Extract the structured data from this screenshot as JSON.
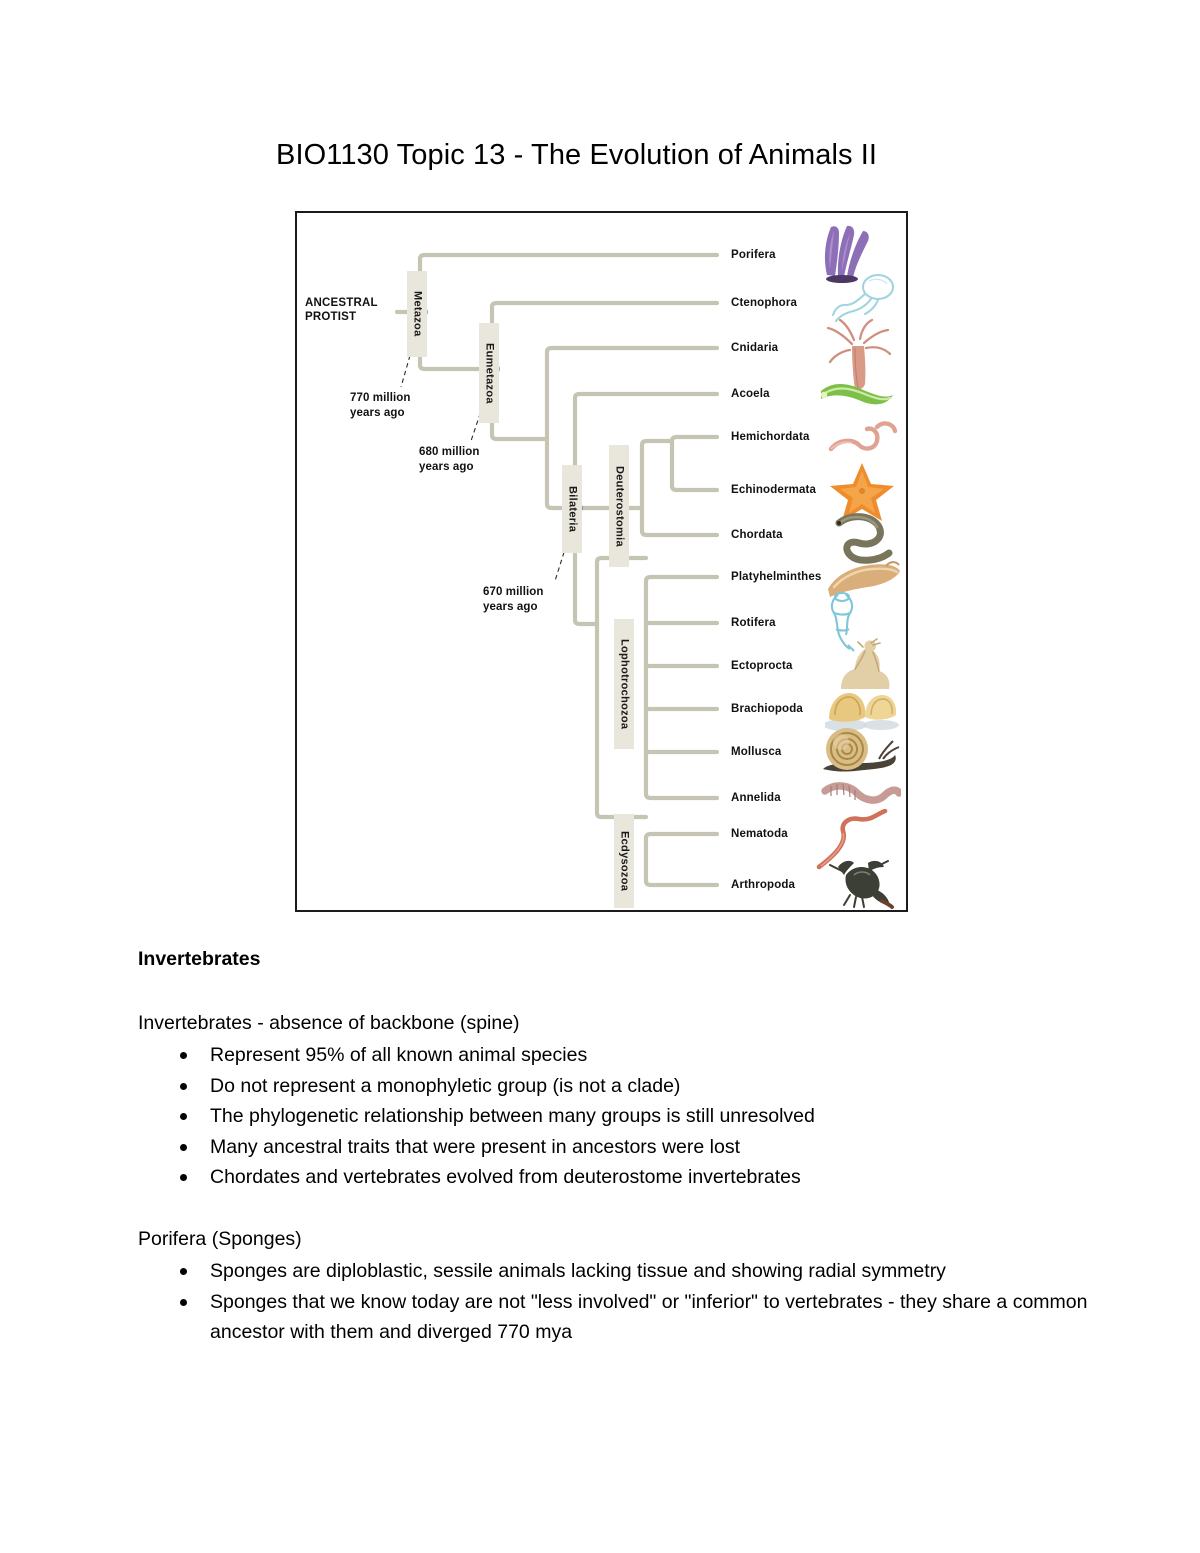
{
  "document": {
    "title": "BIO1130 Topic 13 - The Evolution of Animals II"
  },
  "figure": {
    "root_label": "ANCESTRAL\nPROTIST",
    "time_notes": [
      {
        "id": "metazoa-age",
        "text": "770 million\nyears ago"
      },
      {
        "id": "eumetazoa-age",
        "text": "680 million\nyears ago"
      },
      {
        "id": "bilateria-age",
        "text": "670 million\nyears ago"
      }
    ],
    "clades": [
      {
        "id": "metazoa",
        "label": "Metazoa"
      },
      {
        "id": "eumetazoa",
        "label": "Eumetazoa"
      },
      {
        "id": "bilateria",
        "label": "Bilateria"
      },
      {
        "id": "deuterostomia",
        "label": "Deuterostomia"
      },
      {
        "id": "lophotrochozoa",
        "label": "Lophotrochozoa"
      },
      {
        "id": "ecdysozoa",
        "label": "Ecdysozoa"
      }
    ],
    "taxa": [
      {
        "id": "porifera",
        "label": "Porifera",
        "organism": "purple-tube-sponge"
      },
      {
        "id": "ctenophora",
        "label": "Ctenophora",
        "organism": "comb-jelly"
      },
      {
        "id": "cnidaria",
        "label": "Cnidaria",
        "organism": "hydra-polyp"
      },
      {
        "id": "acoela",
        "label": "Acoela",
        "organism": "green-acoel-worm"
      },
      {
        "id": "hemichordata",
        "label": "Hemichordata",
        "organism": "acorn-worm"
      },
      {
        "id": "echinodermata",
        "label": "Echinodermata",
        "organism": "orange-sea-star"
      },
      {
        "id": "chordata",
        "label": "Chordata",
        "organism": "coiled-eel"
      },
      {
        "id": "platyhelminthes",
        "label": "Platyhelminthes",
        "organism": "tan-flatworm"
      },
      {
        "id": "rotifera",
        "label": "Rotifera",
        "organism": "pale-blue-rotifer"
      },
      {
        "id": "ectoprocta",
        "label": "Ectoprocta",
        "organism": "bryozoan-colony"
      },
      {
        "id": "brachiopoda",
        "label": "Brachiopoda",
        "organism": "lamp-shells"
      },
      {
        "id": "mollusca",
        "label": "Mollusca",
        "organism": "land-snail"
      },
      {
        "id": "annelida",
        "label": "Annelida",
        "organism": "earthworm"
      },
      {
        "id": "nematoda",
        "label": "Nematoda",
        "organism": "roundworm"
      },
      {
        "id": "arthropoda",
        "label": "Arthropoda",
        "organism": "lobster"
      }
    ],
    "colors": {
      "branch": "#c6c5b4",
      "node": "#2c77a8",
      "clade_chip": "#e9e6dc",
      "frame": "#1b1b1b"
    }
  },
  "content": {
    "invertebrates": {
      "heading": "Invertebrates",
      "intro": "Invertebrates - absence of backbone (spine)",
      "bullets": [
        "Represent 95% of all known animal species",
        "Do not represent a monophyletic group (is not a clade)",
        "The phylogenetic relationship between many groups is still unresolved",
        "Many ancestral traits that were present in ancestors were lost",
        "Chordates and vertebrates evolved from deuterostome invertebrates"
      ]
    },
    "porifera": {
      "intro": "Porifera (Sponges)",
      "bullets": [
        "Sponges are diploblastic, sessile animals lacking tissue and showing radial symmetry",
        "Sponges that we know today are not \"less involved\" or \"inferior\" to vertebrates - they share a common ancestor with them and diverged 770 mya"
      ]
    }
  }
}
